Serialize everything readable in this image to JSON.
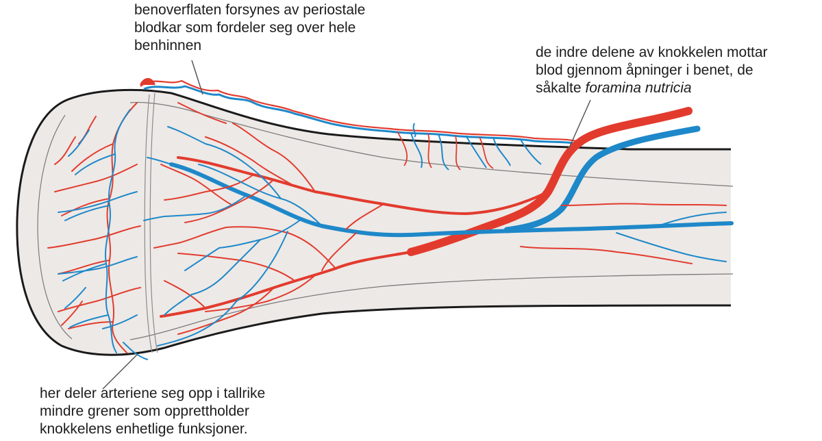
{
  "colors": {
    "artery": "#e23b2e",
    "vein": "#1e88c9",
    "bone_fill": "#ede9e6",
    "outline": "#1a1a1a",
    "leader_line": "#555555"
  },
  "labels": {
    "periosteal": {
      "line1": "benoverflaten forsynes av periostale",
      "line2": "blodkar som fordeler seg over hele",
      "line3": "benhinnen"
    },
    "foramina": {
      "line1": "de indre delene av knokkelen mottar",
      "line2": "blod gjennom åpninger i benet, de",
      "line3_prefix": "såkalte ",
      "line3_italic": "foramina nutricia"
    },
    "branching": {
      "line1": "her deler arteriene seg opp i tallrike",
      "line2": "mindre grener som opprettholder",
      "line3": "knokkelens enhetlige funksjoner."
    }
  }
}
